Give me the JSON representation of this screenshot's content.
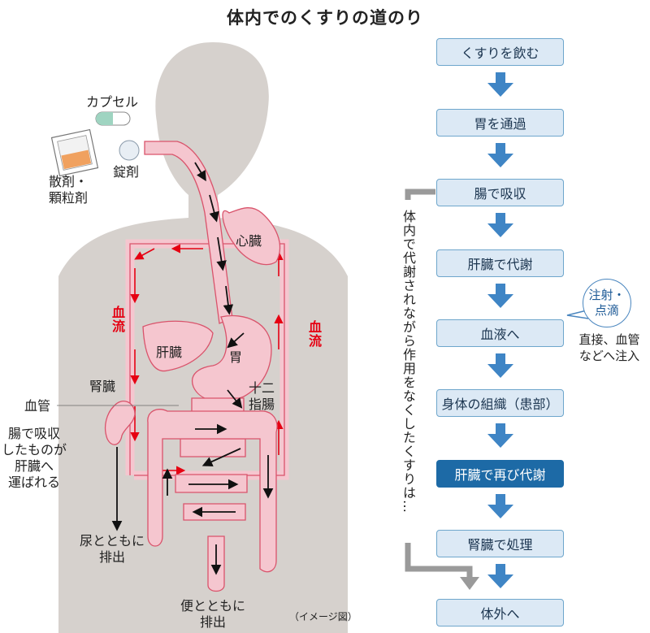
{
  "title": "体内でのくすりの道のり",
  "labels": {
    "capsule": "カプセル",
    "powder": "散剤・\n顆粒剤",
    "tablet": "錠剤",
    "heart": "心臓",
    "liver": "肝臓",
    "stomach": "胃",
    "duodenum": "十二\n指腸",
    "kidney": "腎臓",
    "vessel": "血管",
    "blood_flow": "血流",
    "absorbed_note": "腸で吸収\nしたものが\n肝臓へ\n運ばれる",
    "urine": "尿とともに\n排出",
    "stool": "便とともに\n排出",
    "image_note": "（イメージ図）"
  },
  "flow": {
    "steps": [
      "くすりを飲む",
      "胃を通過",
      "腸で吸収",
      "肝臓で代謝",
      "血液へ",
      "身体の組織（患部）",
      "肝臓で再び代謝",
      "腎臓で処理",
      "体外へ"
    ],
    "highlight_step": 6,
    "vertical_note": "体内で代謝されながら作用をなくしたくすりは…",
    "injection": "注射・\n点滴",
    "injection_note": "直接、血管\nなどへ注入"
  },
  "colors": {
    "body": "#d6d1cd",
    "organ_fill": "#f5c6cf",
    "organ_stroke": "#d9536b",
    "blood_red": "#e60012",
    "step_bg": "#dce9f5",
    "step_dark": "#1d6aa6",
    "flow_arrow": "#3f85c5",
    "gray_line": "#9a9a9a"
  }
}
